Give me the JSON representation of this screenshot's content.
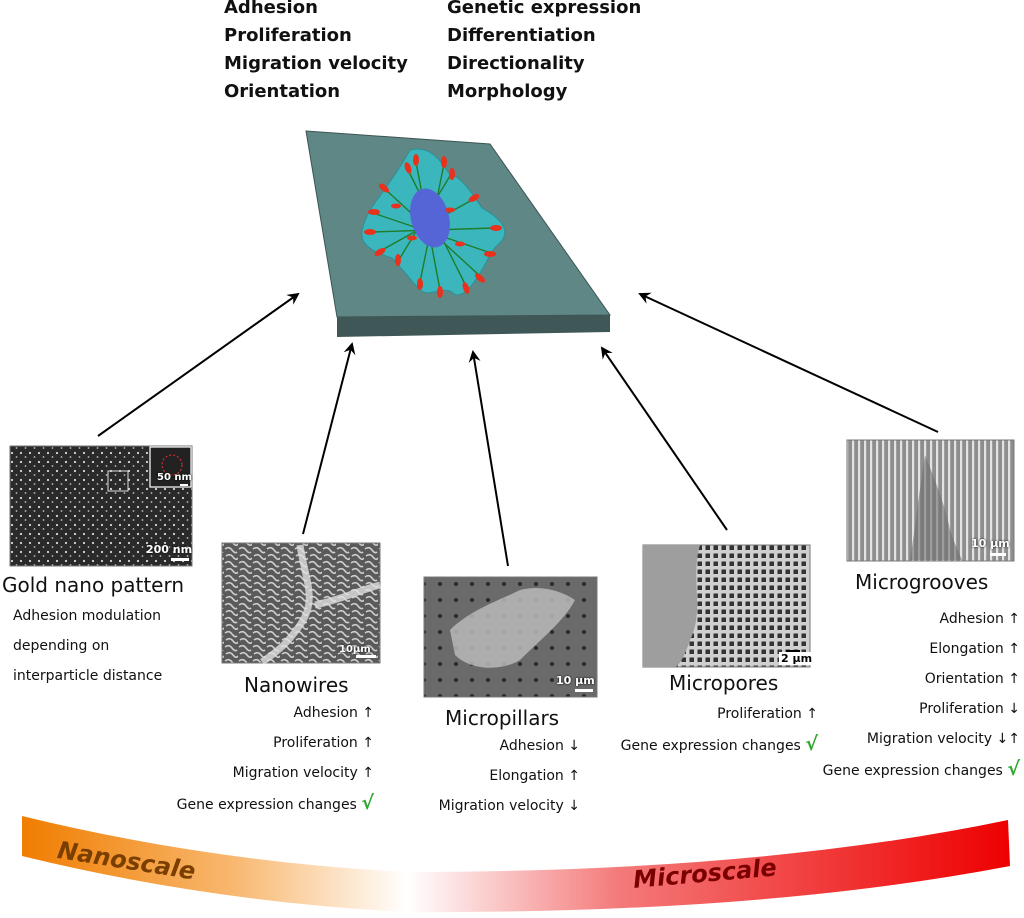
{
  "cell_properties": {
    "left": [
      "Adhesion",
      "Proliferation",
      "Migration velocity",
      "Orientation"
    ],
    "right": [
      "Genetic expression",
      "Differentiation",
      "Directionality",
      "Morphology"
    ]
  },
  "panels": {
    "gold": {
      "title": "Gold nano pattern",
      "notes": [
        "Adhesion modulation",
        "depending on",
        "interparticle distance"
      ],
      "scale_main": "200 nm",
      "scale_inset": "50 nm"
    },
    "nanowires": {
      "title": "Nanowires",
      "scale": "10μm",
      "effects": [
        {
          "label": "Adhesion",
          "arrow": "↑"
        },
        {
          "label": "Proliferation",
          "arrow": "↑"
        },
        {
          "label": "Migration velocity",
          "arrow": "↑"
        },
        {
          "label": "Gene expression changes",
          "arrow": "√"
        }
      ]
    },
    "micropillars": {
      "title": "Micropillars",
      "scale": "10 μm",
      "effects": [
        {
          "label": "Adhesion",
          "arrow": "↓"
        },
        {
          "label": "Elongation",
          "arrow": "↑"
        },
        {
          "label": "Migration velocity",
          "arrow": "↓"
        }
      ]
    },
    "micropores": {
      "title": "Micropores",
      "scale": "2 μm",
      "effects": [
        {
          "label": "Proliferation",
          "arrow": "↑"
        },
        {
          "label": "Gene expression changes",
          "arrow": "√"
        }
      ]
    },
    "microgrooves": {
      "title": "Microgrooves",
      "scale": "10 μm",
      "effects": [
        {
          "label": "Adhesion",
          "arrow": "↑"
        },
        {
          "label": "Elongation",
          "arrow": "↑"
        },
        {
          "label": "Orientation",
          "arrow": "↑"
        },
        {
          "label": "Proliferation",
          "arrow": "↓"
        },
        {
          "label": "Migration velocity",
          "arrow": "↓↑"
        },
        {
          "label": "Gene expression changes",
          "arrow": "√"
        }
      ]
    }
  },
  "scale_band": {
    "nano_label": "Nanoscale",
    "micro_label": "Microscale",
    "nano_color": "#f07d00",
    "micro_color": "#ee0000"
  },
  "colors": {
    "substrate_top": "#5f8785",
    "substrate_side": "#3f5756",
    "cell": "#3bb6bd",
    "nucleus": "#5565d6",
    "focal_adhesion": "#e8321e",
    "stress_fiber": "#1e7d2a",
    "check": "#2fa82f"
  }
}
